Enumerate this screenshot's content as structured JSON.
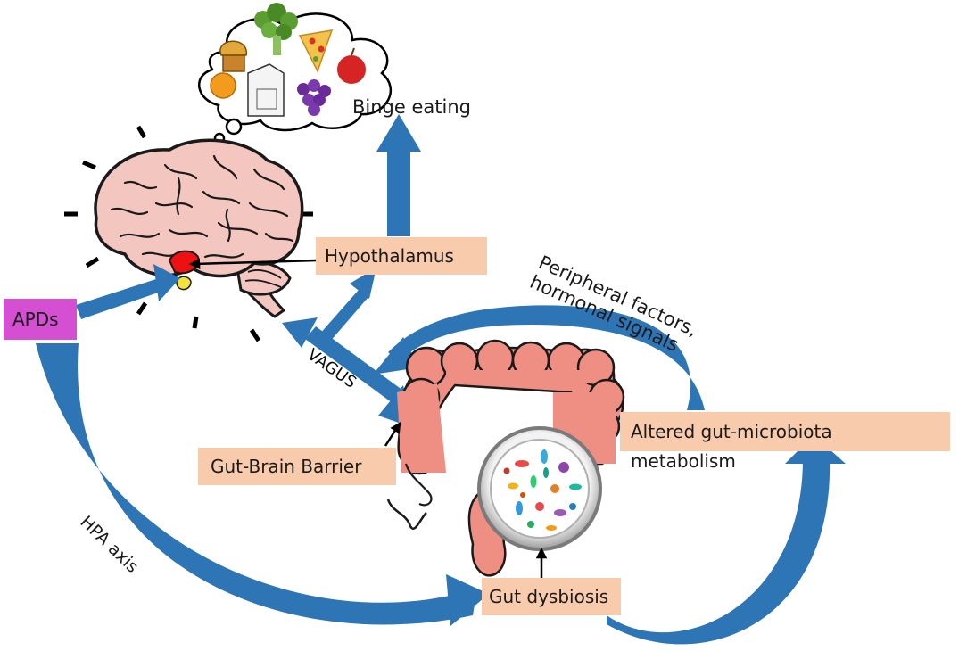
{
  "labels": {
    "binge_eating": "Binge eating",
    "hypothalamus": "Hypothalamus",
    "apds": "APDs",
    "peripheral_line1": "Peripheral factors,",
    "peripheral_line2": "hormonal signals",
    "vagus": "VAGUS",
    "gut_brain_barrier": "Gut-Brain Barrier",
    "altered_line1": "Altered gut-microbiota",
    "altered_line2": "metabolism",
    "hpa_axis": "HPA axis",
    "gut_dysbiosis": "Gut dysbiosis"
  },
  "colors": {
    "arrow_blue": "#2e75b6",
    "box_peach": "#f8cbad",
    "apds_magenta": "#d54fd3",
    "brain_pink": "#f4c6c0",
    "colon_salmon": "#ef8e83",
    "hypothalamus_red": "#ee1111",
    "pituitary_yellow": "#f2e33a"
  },
  "icons": [
    "thought-bubble-food-icon",
    "brain-icon",
    "colon-icon",
    "microbiota-dish-icon"
  ]
}
